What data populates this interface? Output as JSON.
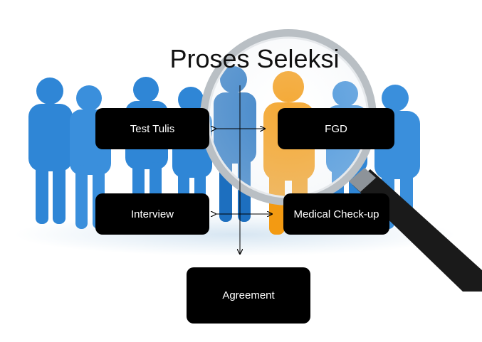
{
  "title": "Proses Seleksi",
  "steps": {
    "test_tulis": "Test Tulis",
    "fgd": "FGD",
    "interview": "Interview",
    "medical": "Medical Check-up",
    "agreement": "Agreement"
  },
  "colors": {
    "people": "#2f86d6",
    "people_dark": "#1d5fa6",
    "highlight_person": "#f39a12",
    "box": "#000000",
    "box_text": "#ffffff",
    "magnifier_handle": "#1a1a1a"
  }
}
